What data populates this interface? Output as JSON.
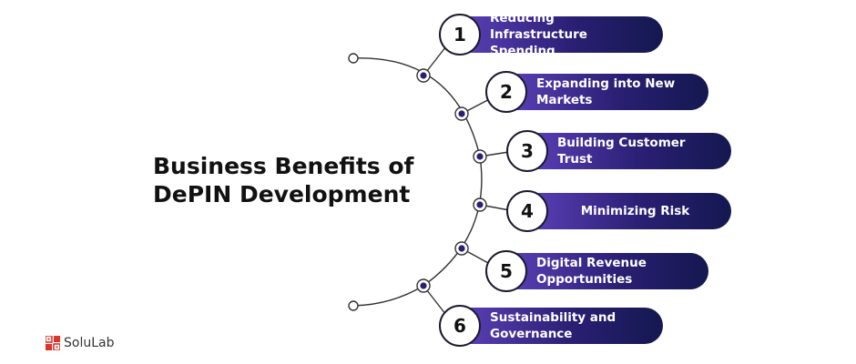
{
  "title_lines": [
    "Business Benefits of",
    "DePIN Development"
  ],
  "items": [
    {
      "number": "1",
      "lines": [
        "Reducing Infrastructure",
        "Spending"
      ]
    },
    {
      "number": "2",
      "lines": [
        "Expanding into New",
        "Markets"
      ]
    },
    {
      "number": "3",
      "lines": [
        "Building Customer Trust"
      ]
    },
    {
      "number": "4",
      "lines": [
        "Minimizing Risk"
      ]
    },
    {
      "number": "5",
      "lines": [
        "Digital Revenue",
        "Opportunities"
      ]
    },
    {
      "number": "6",
      "lines": [
        "Sustainability and",
        "Governance"
      ]
    }
  ],
  "brand": {
    "name": "SoluLab",
    "logo_color": "#e0322b"
  },
  "colors": {
    "pill_start": "#5b3fb6",
    "pill_end": "#141850",
    "node_fill": "#2a1f73",
    "line": "#333333"
  }
}
